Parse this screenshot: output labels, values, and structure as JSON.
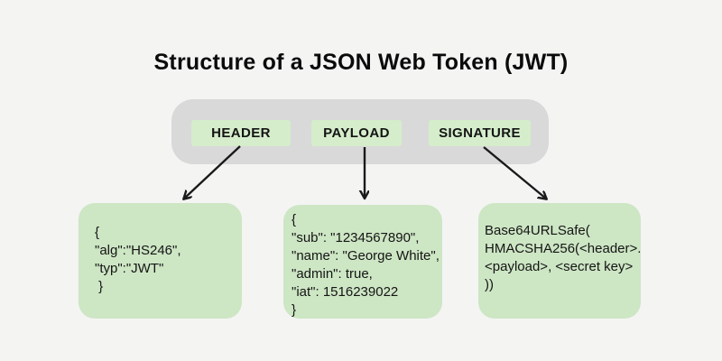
{
  "title": "Structure of a JSON Web Token (JWT)",
  "token_bar": {
    "segments": [
      {
        "label": "HEADER"
      },
      {
        "label": "PAYLOAD"
      },
      {
        "label": "SIGNATURE"
      }
    ]
  },
  "detail_boxes": {
    "header_json": "{\n\"alg\":\"HS246\",\n\"typ\":\"JWT\"\n }",
    "payload_json": "{\n\"sub\": \"1234567890\",\n\"name\": \"George White\",\n\"admin\": true,\n\"iat\": 1516239022\n}",
    "signature_formula": "Base64URLSafe(\nHMACSHA256(<header>.\n<payload>, <secret key>\n))"
  },
  "connections": [
    {
      "from": "HEADER",
      "to": "header_json"
    },
    {
      "from": "PAYLOAD",
      "to": "payload_json"
    },
    {
      "from": "SIGNATURE",
      "to": "signature_formula"
    }
  ],
  "colors": {
    "bg": "#f4f4f3",
    "bar": "#d9d9d9",
    "segment_green": "#d5edcb",
    "box_green": "#cde6c4",
    "ink": "#141414",
    "arrow": "#1a1a1a"
  }
}
